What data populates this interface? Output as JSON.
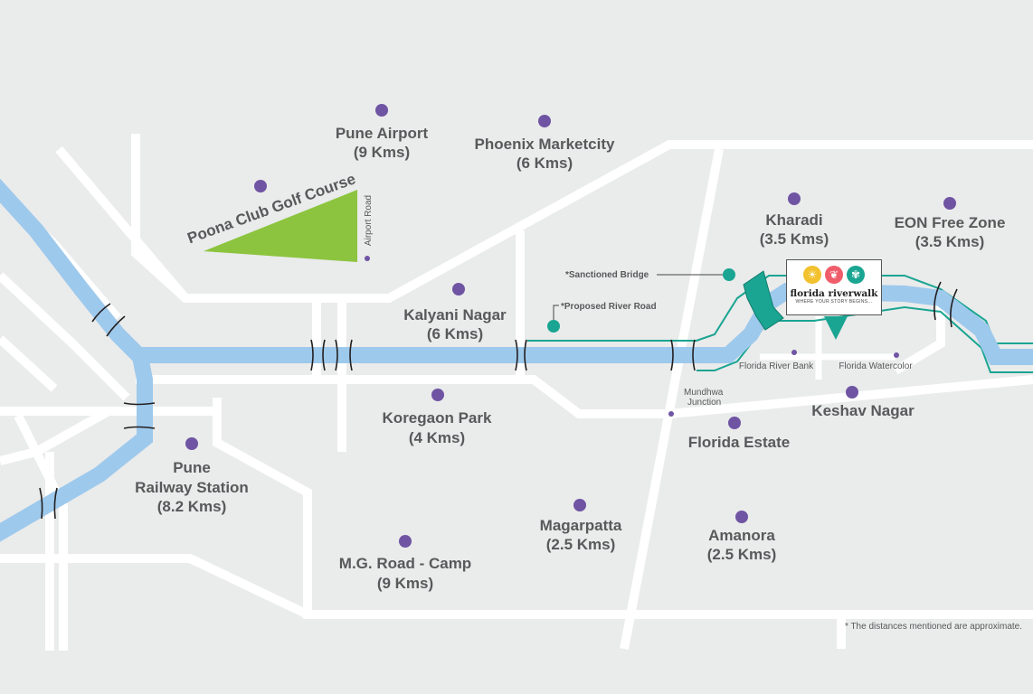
{
  "places": {
    "pune_airport": {
      "name": "Pune Airport",
      "dist": "(9 Kms)"
    },
    "phoenix": {
      "name": "Phoenix Marketcity",
      "dist": "(6 Kms)"
    },
    "golf": {
      "name": "Poona Club Golf Course"
    },
    "airport_road": {
      "name": "Airport Road"
    },
    "kharadi": {
      "name": "Kharadi",
      "dist": "(3.5 Kms)"
    },
    "eon": {
      "name": "EON Free Zone",
      "dist": "(3.5 Kms)"
    },
    "kalyani": {
      "name": "Kalyani Nagar",
      "dist": "(6 Kms)"
    },
    "koregaon": {
      "name": "Koregaon Park",
      "dist": "(4 Kms)"
    },
    "railway": {
      "name1": "Pune",
      "name2": "Railway Station",
      "dist": "(8.2 Kms)"
    },
    "keshav": {
      "name": "Keshav Nagar"
    },
    "florida_estate": {
      "name": "Florida Estate"
    },
    "magarpatta": {
      "name": "Magarpatta",
      "dist": "(2.5 Kms)"
    },
    "amanora": {
      "name": "Amanora",
      "dist": "(2.5 Kms)"
    },
    "mgroad": {
      "name": "M.G. Road - Camp",
      "dist": "(9 Kms)"
    }
  },
  "annotations": {
    "sanctioned_bridge": "*Sanctioned Bridge",
    "proposed_river_road": "*Proposed River Road",
    "florida_river_bank": "Florida River Bank",
    "florida_watercolor": "Florida Watercolor",
    "mundhwa1": "Mundhwa",
    "mundhwa2": "Junction"
  },
  "logo": {
    "name": "florida riverwalk",
    "tagline": "WHERE YOUR STORY BEGINS...",
    "icons": [
      "sun-icon",
      "leaf-icon",
      "tree-icon"
    ],
    "icon_colors": [
      "#f2c12e",
      "#ef5d6b",
      "#1aa592"
    ]
  },
  "footnote": "* The distances mentioned are approximate.",
  "colors": {
    "background": "#eaebeb",
    "road": "#ffffff",
    "river": "#9dc9ec",
    "river_road": "#1aa592",
    "location_dot": "#6f54a3",
    "golf_course": "#8cc43f",
    "label_text": "#58595b"
  }
}
